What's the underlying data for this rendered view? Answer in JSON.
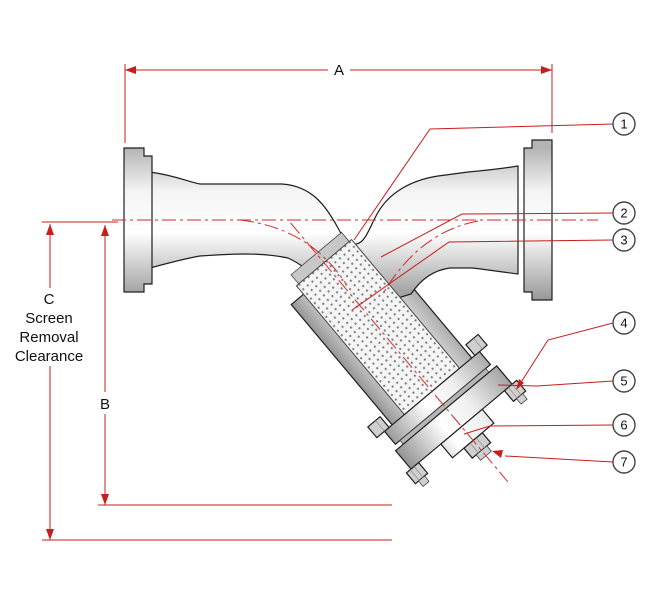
{
  "drawing": {
    "name": "y-strainer-cross-section",
    "annotation_color": "#c81d1d",
    "line_color": "#1f1f1f",
    "background": "#ffffff",
    "dimensions": {
      "a": {
        "label": "A"
      },
      "b": {
        "label": "B"
      },
      "c": {
        "label": "C",
        "caption": [
          "Screen",
          "Removal",
          "Clearance"
        ]
      }
    },
    "callouts": [
      {
        "number": "1"
      },
      {
        "number": "2"
      },
      {
        "number": "3"
      },
      {
        "number": "4"
      },
      {
        "number": "5"
      },
      {
        "number": "6"
      },
      {
        "number": "7"
      }
    ]
  }
}
